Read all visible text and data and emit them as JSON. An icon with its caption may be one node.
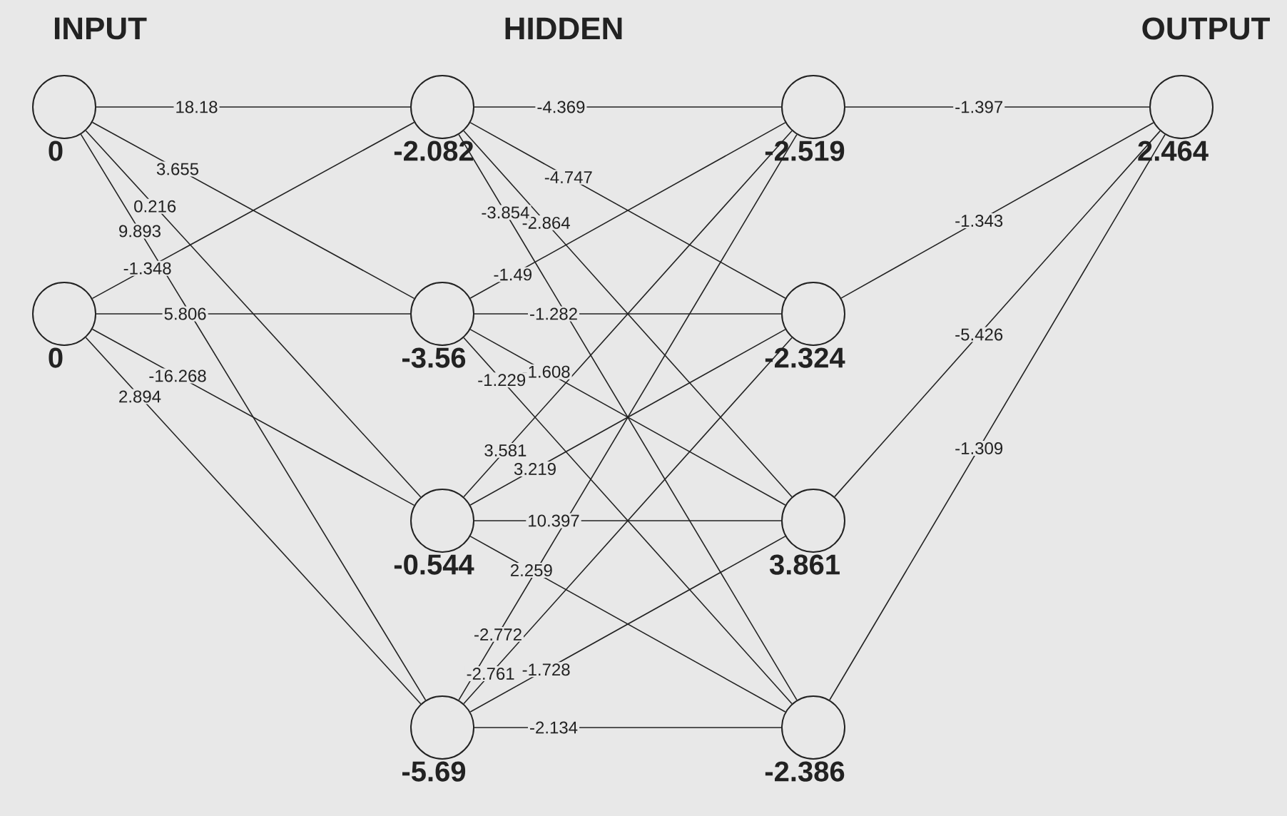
{
  "diagram": {
    "nodes": [
      {
        "text": [
          "0"
        ]
      },
      {
        "text": [
          "0"
        ]
      },
      {
        "text": [
          "-2.082"
        ]
      },
      {
        "text": [
          "-3.56"
        ]
      },
      {
        "text": [
          "-0.544"
        ]
      },
      {
        "text": [
          "-5.69"
        ]
      },
      {
        "text": [
          "-2.519"
        ]
      },
      {
        "text": [
          "-2.324"
        ]
      },
      {
        "text": [
          "3.861"
        ]
      },
      {
        "text": [
          "-2.386"
        ]
      },
      {
        "text": [
          "2.464"
        ]
      }
    ],
    "edges": [
      {
        "from": 0,
        "to": 2,
        "arrow": "none",
        "label": "18.18"
      },
      {
        "from": 0,
        "to": 3,
        "arrow": "none",
        "label": "3.655"
      },
      {
        "from": 0,
        "to": 4,
        "arrow": "none",
        "label": "0.216"
      },
      {
        "from": 0,
        "to": 5,
        "arrow": "none",
        "label": "9.893"
      },
      {
        "from": 1,
        "to": 2,
        "arrow": "none",
        "label": "-1.348"
      },
      {
        "from": 1,
        "to": 3,
        "arrow": "none",
        "label": "5.806"
      },
      {
        "from": 1,
        "to": 4,
        "arrow": "none",
        "label": "-16.268"
      },
      {
        "from": 1,
        "to": 5,
        "arrow": "none",
        "label": "2.894"
      },
      {
        "from": 2,
        "to": 6,
        "arrow": "none",
        "label": "-4.369"
      },
      {
        "from": 2,
        "to": 7,
        "arrow": "none",
        "label": "-4.747"
      },
      {
        "from": 2,
        "to": 8,
        "arrow": "none",
        "label": "-2.864"
      },
      {
        "from": 2,
        "to": 9,
        "arrow": "none",
        "label": "-3.854"
      },
      {
        "from": 3,
        "to": 6,
        "arrow": "none",
        "label": "-1.49"
      },
      {
        "from": 3,
        "to": 7,
        "arrow": "none",
        "label": "-1.282"
      },
      {
        "from": 3,
        "to": 8,
        "arrow": "none",
        "label": "-1.608"
      },
      {
        "from": 3,
        "to": 9,
        "arrow": "none",
        "label": "-1.229"
      },
      {
        "from": 4,
        "to": 6,
        "arrow": "none",
        "label": "3.581"
      },
      {
        "from": 4,
        "to": 7,
        "arrow": "none",
        "label": "3.219"
      },
      {
        "from": 4,
        "to": 8,
        "arrow": "none",
        "label": "10.397"
      },
      {
        "from": 4,
        "to": 9,
        "arrow": "none",
        "label": "2.259"
      },
      {
        "from": 5,
        "to": 6,
        "arrow": "none",
        "label": "-2.772"
      },
      {
        "from": 5,
        "to": 7,
        "arrow": "none",
        "label": "-2.761"
      },
      {
        "from": 5,
        "to": 8,
        "arrow": "none",
        "label": "-1.728"
      },
      {
        "from": 5,
        "to": 9,
        "arrow": "none",
        "label": "-2.134"
      },
      {
        "from": 6,
        "to": 10,
        "arrow": "none",
        "label": "-1.397"
      },
      {
        "from": 7,
        "to": 10,
        "arrow": "none",
        "label": "-1.343"
      },
      {
        "from": 8,
        "to": 10,
        "arrow": "none",
        "label": "-5.426"
      },
      {
        "from": 9,
        "to": 10,
        "arrow": "none",
        "label": "-1.309"
      }
    ],
    "labels": [
      "INPUT",
      "HIDDEN",
      "OUTPUT"
    ]
  }
}
